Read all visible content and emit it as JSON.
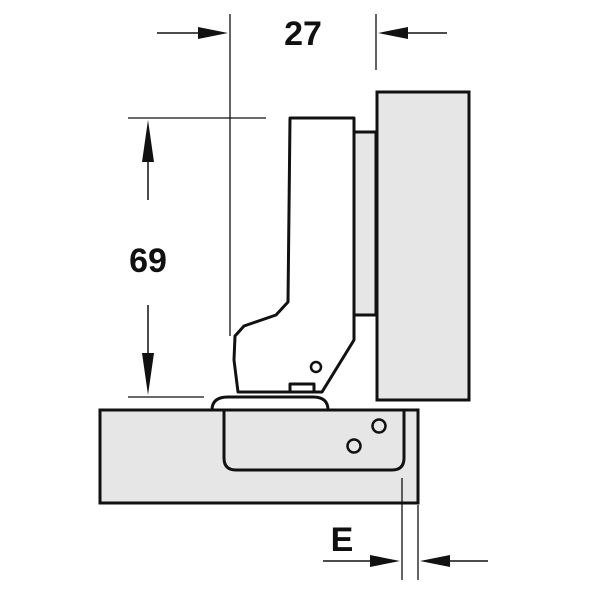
{
  "dimensions": {
    "width_value": "27",
    "height_value": "69",
    "overlay_label": "E"
  },
  "colors": {
    "line": "#111111",
    "panel_fill": "#e6e6e6",
    "hinge_fill": "#ffffff",
    "background": "#ffffff"
  }
}
